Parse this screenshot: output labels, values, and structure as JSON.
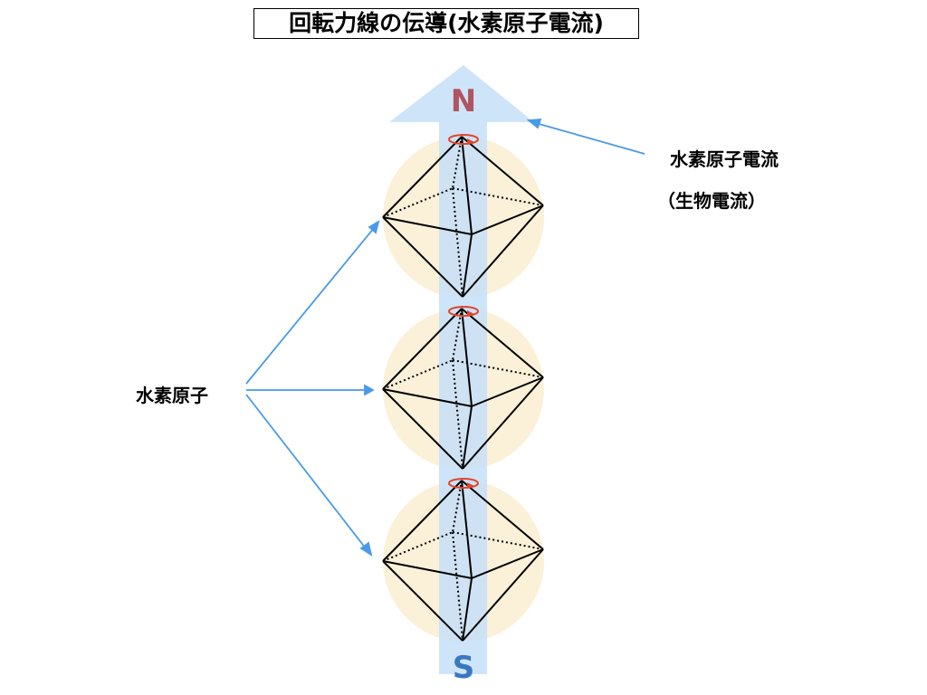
{
  "title": "回転力線の伝導(水素原子電流)",
  "labels": {
    "current": "水素原子電流",
    "current_sub": "（生物電流）",
    "atom": "水素原子",
    "north": "N",
    "south": "S"
  },
  "colors": {
    "arrow": "#c5dff8",
    "sphere": "#fbf0d8",
    "north": "#b05560",
    "south": "#3a78c0",
    "pointer": "#4a9ae8",
    "spin": "#e0442c"
  },
  "atoms": 3
}
